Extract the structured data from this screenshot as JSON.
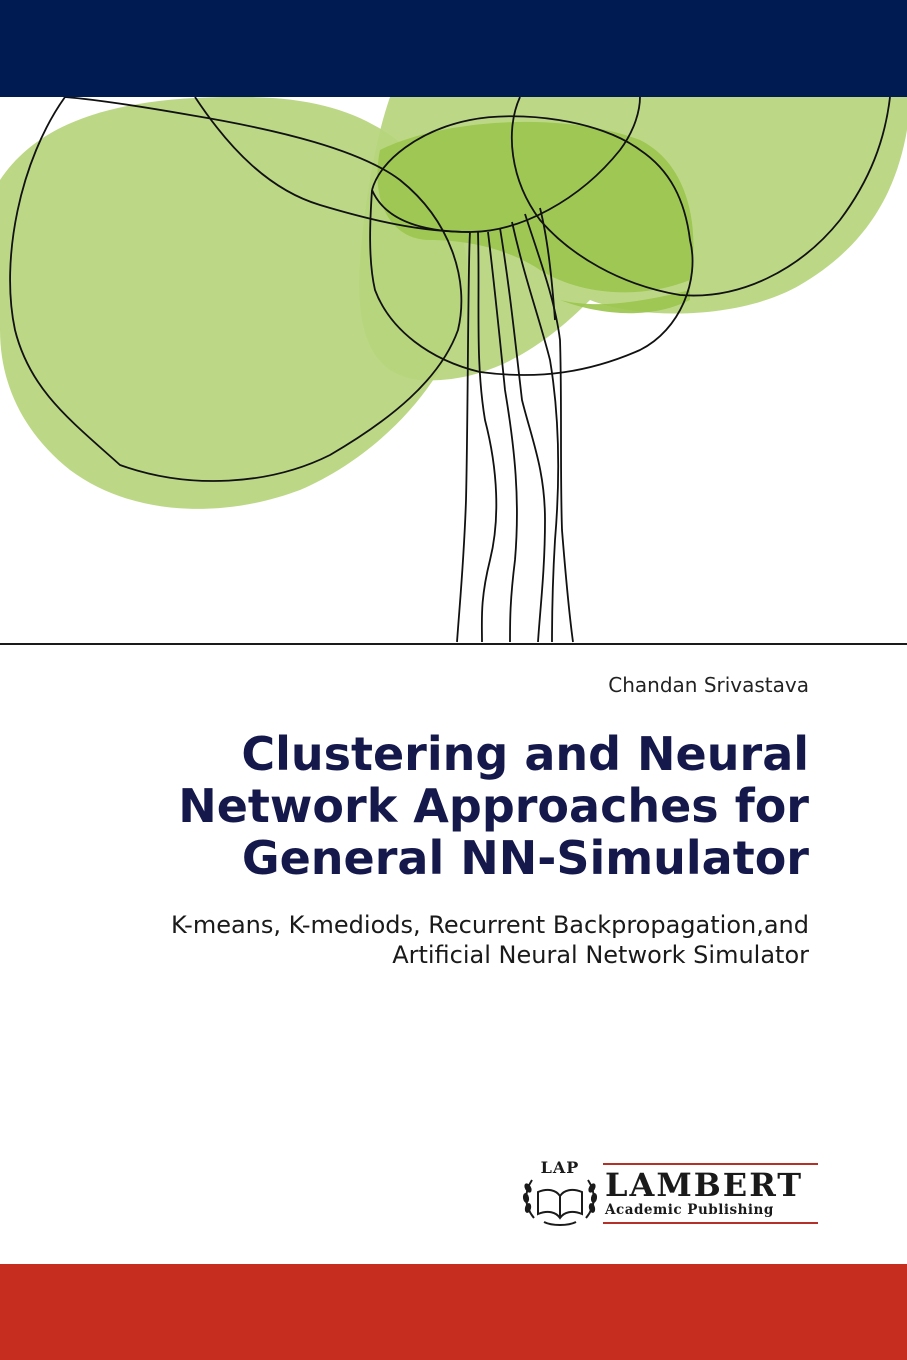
{
  "cover": {
    "author": "Chandan Srivastava",
    "title_lines": [
      "Clustering and Neural",
      "Network Approaches for",
      "General NN-Simulator"
    ],
    "subtitle_lines": [
      "K-means, K-mediods, Recurrent Backpropagation,and",
      "Artificial Neural Network Simulator"
    ]
  },
  "publisher": {
    "emblem": "LAP",
    "name": "LAMBERT",
    "tagline": "Academic Publishing",
    "emblem_icon": "open-book-laurel-icon"
  },
  "colors": {
    "navy": "#001b52",
    "red": "#c72d1f",
    "green_light": "#b6d57c",
    "green_mid": "#9cc54f",
    "title": "#14184a",
    "logo_red": "#b4302a",
    "logo_dark": "#1a1a1a"
  }
}
